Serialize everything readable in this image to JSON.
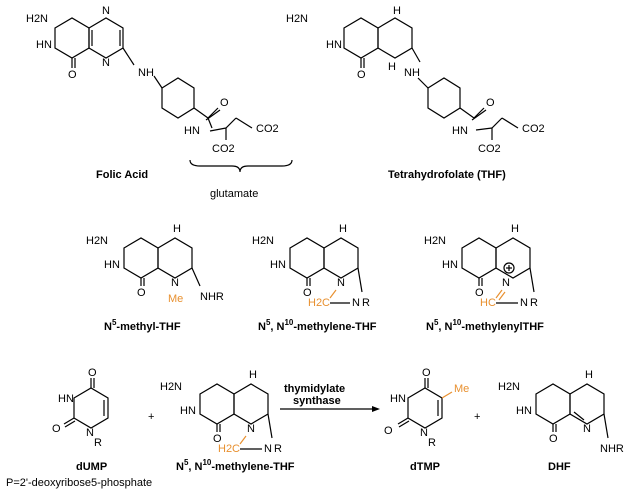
{
  "colors": {
    "ink": "#000000",
    "highlight": "#e8902f",
    "background": "#ffffff"
  },
  "captions": {
    "folic": "Folic Acid",
    "glutamate": "glutamate",
    "thf": "Tetrahydrofolate (THF)",
    "n5_methyl": "-methyl-THF",
    "n5n10_methylene": "-methylene-THF",
    "n5n10_methylenyl": "-methylenylTHF",
    "dump": "dUMP",
    "p_def": "P=2'-deoxyribose5-phosphate",
    "n5n10_methylene_bottom": "-methylene-THF",
    "dtmp": "dTMP",
    "dhf": "DHF",
    "enzyme_line1": "thymidylate",
    "enzyme_line2": "synthase",
    "plus": "+"
  },
  "labels": {
    "nh2": "H2N",
    "n": "N",
    "nh": "NH",
    "hn": "HN",
    "h": "H",
    "o": "O",
    "co2": "CO2",
    "me": "Me",
    "nhr": "NHR",
    "r": "R",
    "h2c": "H2C",
    "hc": "HC",
    "n5": "N",
    "n10": "N",
    "sup5": "5",
    "sup10": "10"
  }
}
